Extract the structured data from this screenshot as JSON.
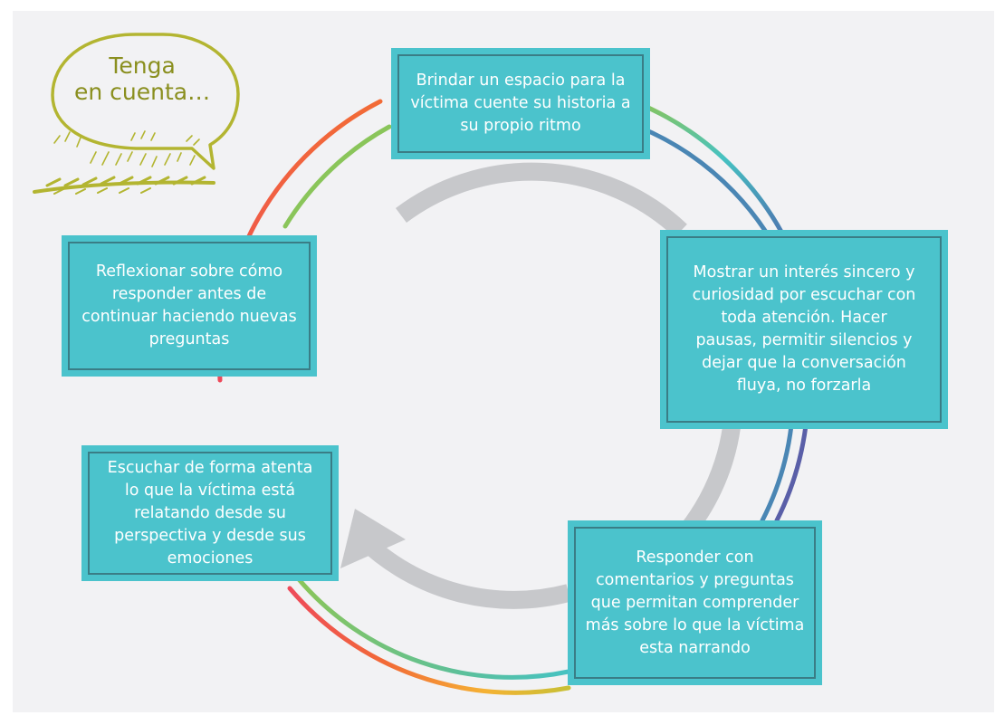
{
  "note": {
    "title": "Tenga\nen cuenta…",
    "color": "#b3b531"
  },
  "colors": {
    "panel_background": "#f2f2f4",
    "box_fill": "#4bc3cc",
    "box_border": "#3a7d86",
    "box_text": "#ffffff",
    "center_arrow": "#c7c8cb",
    "ring_gradient": [
      "#ee3f6f",
      "#f26b36",
      "#f5b234",
      "#8ac55a",
      "#46c2c2",
      "#4a86b4",
      "#5a5fa8"
    ]
  },
  "steps": [
    {
      "id": "espacio",
      "text": "Brindar un espacio para la víctima cuente su historia a su propio ritmo"
    },
    {
      "id": "interes",
      "text": "Mostrar un interés sincero y curiosidad por escuchar con toda atención. Hacer pausas, permitir silencios y dejar que la conversación fluya, no forzarla"
    },
    {
      "id": "responder",
      "text": "Responder con comentarios y preguntas que permitan comprender más sobre lo que la víctima esta narrando"
    },
    {
      "id": "escuchar",
      "text": "Escuchar de forma atenta lo que la víctima está relatando desde su perspectiva y desde sus emociones"
    },
    {
      "id": "reflexionar",
      "text": "Reflexionar sobre cómo responder antes de continuar haciendo nuevas preguntas"
    }
  ]
}
